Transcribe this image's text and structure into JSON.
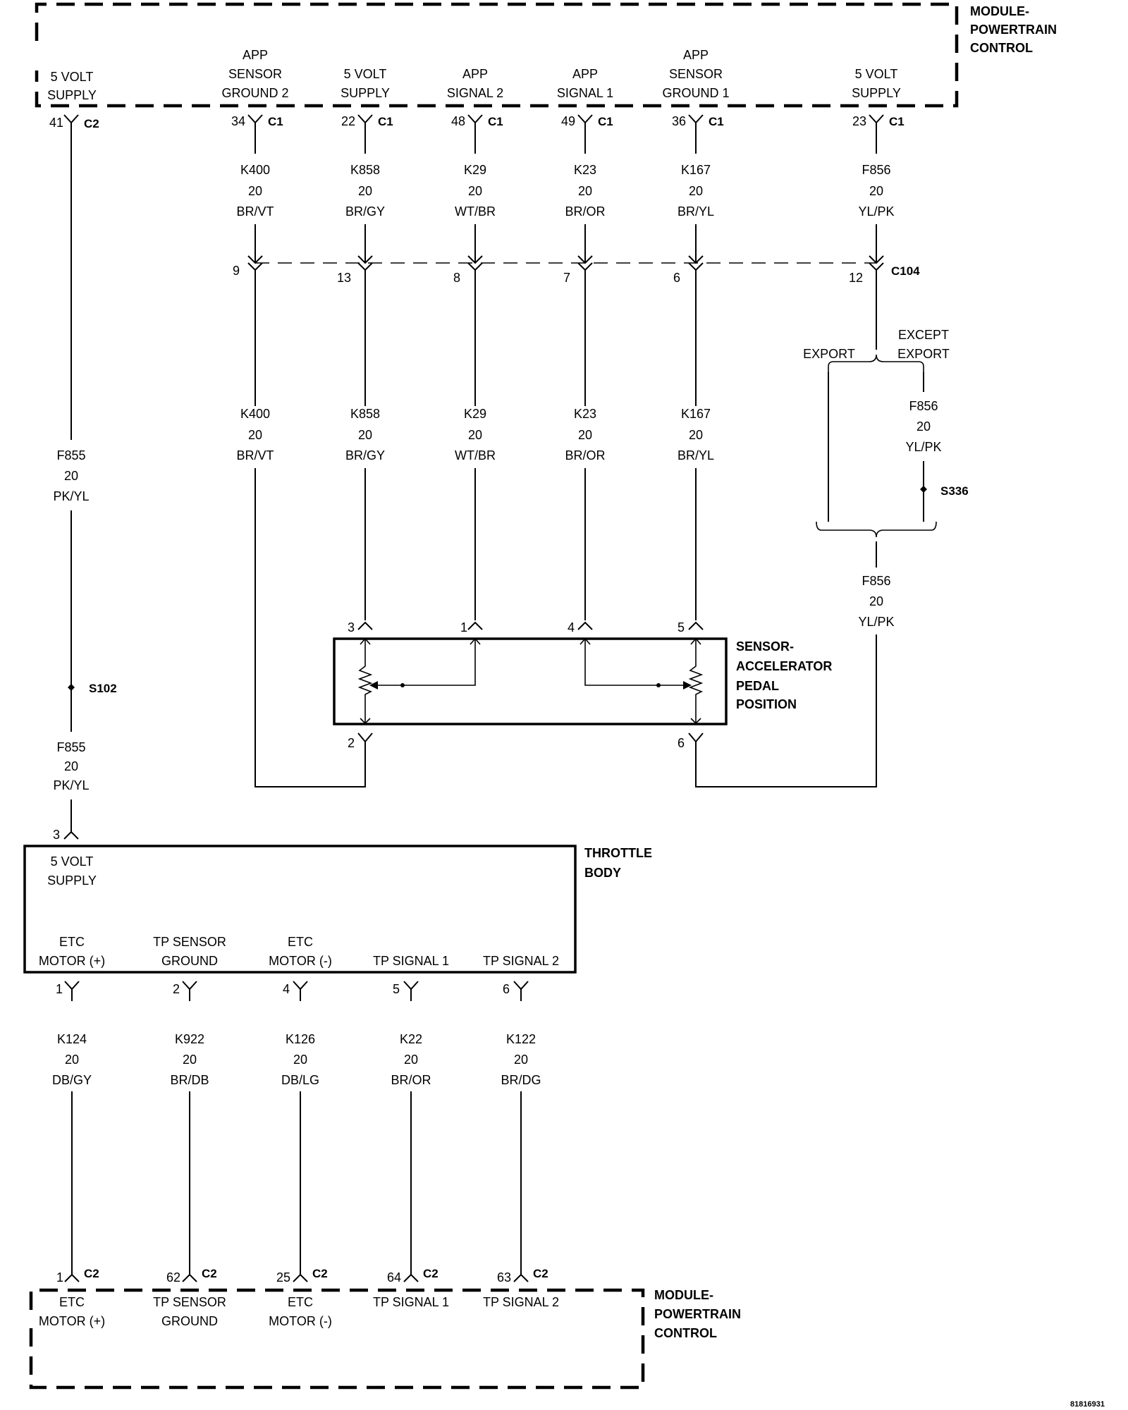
{
  "top_module": {
    "title_l1": "MODULE-",
    "title_l2": "POWERTRAIN",
    "title_l3": "CONTROL",
    "pins": [
      {
        "label": [
          "",
          "5 VOLT",
          "SUPPLY"
        ],
        "pin": "41",
        "conn": "C2"
      },
      {
        "label": [
          "APP",
          "SENSOR",
          "GROUND 2"
        ],
        "pin": "34",
        "conn": "C1"
      },
      {
        "label": [
          "",
          "5 VOLT",
          "SUPPLY"
        ],
        "pin": "22",
        "conn": "C1"
      },
      {
        "label": [
          "",
          "APP",
          "SIGNAL 2"
        ],
        "pin": "48",
        "conn": "C1"
      },
      {
        "label": [
          "",
          "APP",
          "SIGNAL 1"
        ],
        "pin": "49",
        "conn": "C1"
      },
      {
        "label": [
          "APP",
          "SENSOR",
          "GROUND 1"
        ],
        "pin": "36",
        "conn": "C1"
      },
      {
        "label": [
          "",
          "5 VOLT",
          "SUPPLY"
        ],
        "pin": "23",
        "conn": "C1"
      }
    ]
  },
  "upper_wires": [
    {
      "circuit": "K400",
      "gauge": "20",
      "color": "BR/VT"
    },
    {
      "circuit": "K858",
      "gauge": "20",
      "color": "BR/GY"
    },
    {
      "circuit": "K29",
      "gauge": "20",
      "color": "WT/BR"
    },
    {
      "circuit": "K23",
      "gauge": "20",
      "color": "BR/OR"
    },
    {
      "circuit": "K167",
      "gauge": "20",
      "color": "BR/YL"
    },
    {
      "circuit": "F856",
      "gauge": "20",
      "color": "YL/PK"
    }
  ],
  "c104": {
    "name": "C104",
    "pins": [
      "9",
      "13",
      "8",
      "7",
      "6",
      "12"
    ]
  },
  "lower_wires": [
    {
      "circuit": "K400",
      "gauge": "20",
      "color": "BR/VT"
    },
    {
      "circuit": "K858",
      "gauge": "20",
      "color": "BR/GY"
    },
    {
      "circuit": "K29",
      "gauge": "20",
      "color": "WT/BR"
    },
    {
      "circuit": "K23",
      "gauge": "20",
      "color": "BR/OR"
    },
    {
      "circuit": "K167",
      "gauge": "20",
      "color": "BR/YL"
    }
  ],
  "f855_top": {
    "circuit": "F855",
    "gauge": "20",
    "color": "PK/YL"
  },
  "f855_bottom": {
    "circuit": "F855",
    "gauge": "20",
    "color": "PK/YL"
  },
  "splice_s102": "S102",
  "splice_s336": "S336",
  "branch": {
    "export": "EXPORT",
    "except_l1": "EXCEPT",
    "except_l2": "EXPORT",
    "except_wire": {
      "circuit": "F856",
      "gauge": "20",
      "color": "YL/PK"
    },
    "merged_wire": {
      "circuit": "F856",
      "gauge": "20",
      "color": "YL/PK"
    }
  },
  "app_sensor": {
    "title_l1": "SENSOR-",
    "title_l2": "ACCELERATOR",
    "title_l3": "PEDAL",
    "title_l4": "POSITION",
    "top_pins": [
      "3",
      "1",
      "4",
      "5"
    ],
    "bottom_pins": [
      "2",
      "6"
    ]
  },
  "throttle_body": {
    "title_l1": "THROTTLE",
    "title_l2": "BODY",
    "input_pin": "3",
    "supply_l1": "5 VOLT",
    "supply_l2": "SUPPLY",
    "pins": [
      {
        "label": [
          "ETC",
          "MOTOR (+)"
        ],
        "pin": "1"
      },
      {
        "label": [
          "TP SENSOR",
          "GROUND"
        ],
        "pin": "2"
      },
      {
        "label": [
          "ETC",
          "MOTOR (-)"
        ],
        "pin": "4"
      },
      {
        "label": [
          "",
          "TP SIGNAL 1"
        ],
        "pin": "5"
      },
      {
        "label": [
          "",
          "TP SIGNAL 2"
        ],
        "pin": "6"
      }
    ]
  },
  "tb_wires": [
    {
      "circuit": "K124",
      "gauge": "20",
      "color": "DB/GY"
    },
    {
      "circuit": "K922",
      "gauge": "20",
      "color": "BR/DB"
    },
    {
      "circuit": "K126",
      "gauge": "20",
      "color": "DB/LG"
    },
    {
      "circuit": "K22",
      "gauge": "20",
      "color": "BR/OR"
    },
    {
      "circuit": "K122",
      "gauge": "20",
      "color": "BR/DG"
    }
  ],
  "bottom_module": {
    "title_l1": "MODULE-",
    "title_l2": "POWERTRAIN",
    "title_l3": "CONTROL",
    "pins": [
      {
        "label": [
          "ETC",
          "MOTOR (+)"
        ],
        "pin": "1",
        "conn": "C2"
      },
      {
        "label": [
          "TP SENSOR",
          "GROUND"
        ],
        "pin": "62",
        "conn": "C2"
      },
      {
        "label": [
          "ETC",
          "MOTOR (-)"
        ],
        "pin": "25",
        "conn": "C2"
      },
      {
        "label": [
          "TP SIGNAL 1",
          ""
        ],
        "pin": "64",
        "conn": "C2"
      },
      {
        "label": [
          "TP SIGNAL 2",
          ""
        ],
        "pin": "63",
        "conn": "C2"
      }
    ]
  },
  "figure_id": "81816931"
}
